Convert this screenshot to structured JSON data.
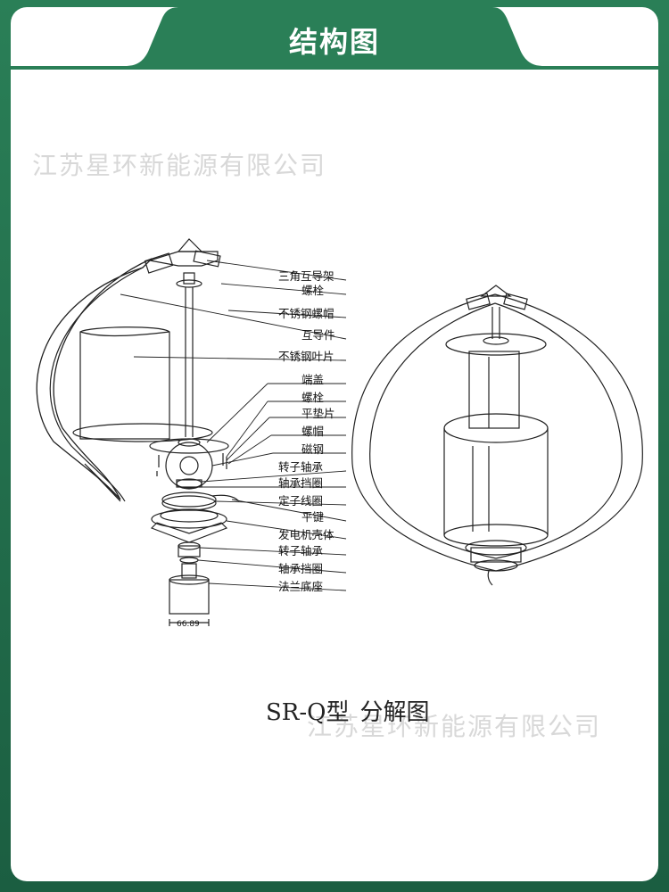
{
  "header": {
    "title": "结构图"
  },
  "watermark": {
    "text": "江苏星环新能源有限公司"
  },
  "diagram": {
    "part_labels": [
      "三角互导架",
      "螺栓",
      "不锈钢螺帽",
      "互导件",
      "不锈钢叶片",
      "端盖",
      "螺栓",
      "平垫片",
      "螺帽",
      "磁钢",
      "转子轴承",
      "轴承挡圈",
      "定子线圈",
      "平键",
      "发电机壳体",
      "转子轴承",
      "轴承挡圈",
      "法兰底座"
    ],
    "dimension_label": "66.89",
    "caption": {
      "model": "SR-Q型",
      "title": "分解图"
    }
  },
  "colors": {
    "frame_green": "#1f6a4a",
    "banner_green": "#2a7f57",
    "line": "#222222"
  }
}
